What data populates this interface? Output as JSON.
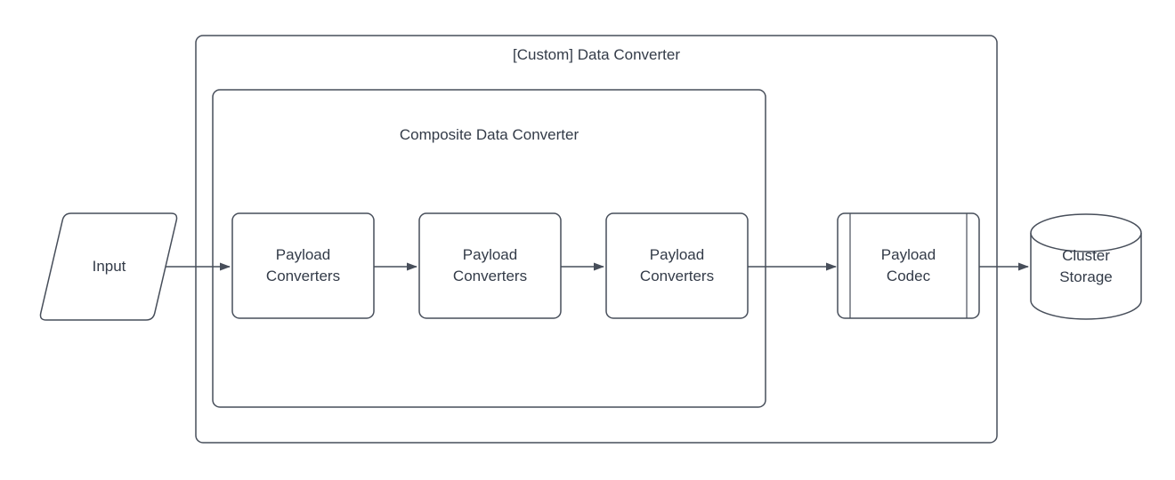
{
  "diagram": {
    "title": "[Custom] Data Converter",
    "colors": {
      "stroke": "#474e5a",
      "text": "#333b48",
      "background": "#ffffff"
    },
    "nodes": [
      {
        "id": "input",
        "label": "Input",
        "shape": "parallelogram"
      },
      {
        "id": "custom_converter",
        "label": "[Custom] Data Converter",
        "shape": "group-rectangle"
      },
      {
        "id": "composite_converter",
        "label": "Composite Data Converter",
        "shape": "group-rectangle"
      },
      {
        "id": "payload_converters_1",
        "label": "Payload Converters",
        "shape": "rounded-rectangle"
      },
      {
        "id": "payload_converters_2",
        "label": "Payload Converters",
        "shape": "rounded-rectangle"
      },
      {
        "id": "payload_converters_3",
        "label": "Payload Converters",
        "shape": "rounded-rectangle"
      },
      {
        "id": "payload_codec",
        "label": "Payload Codec",
        "shape": "predefined-process"
      },
      {
        "id": "cluster_storage",
        "label": "Cluster Storage",
        "shape": "cylinder"
      }
    ],
    "edges": [
      {
        "from": "input",
        "to": "payload_converters_1",
        "style": "arrow"
      },
      {
        "from": "payload_converters_1",
        "to": "payload_converters_2",
        "style": "arrow"
      },
      {
        "from": "payload_converters_2",
        "to": "payload_converters_3",
        "style": "arrow"
      },
      {
        "from": "payload_converters_3",
        "to": "payload_codec",
        "style": "arrow"
      },
      {
        "from": "payload_codec",
        "to": "cluster_storage",
        "style": "arrow"
      }
    ]
  }
}
